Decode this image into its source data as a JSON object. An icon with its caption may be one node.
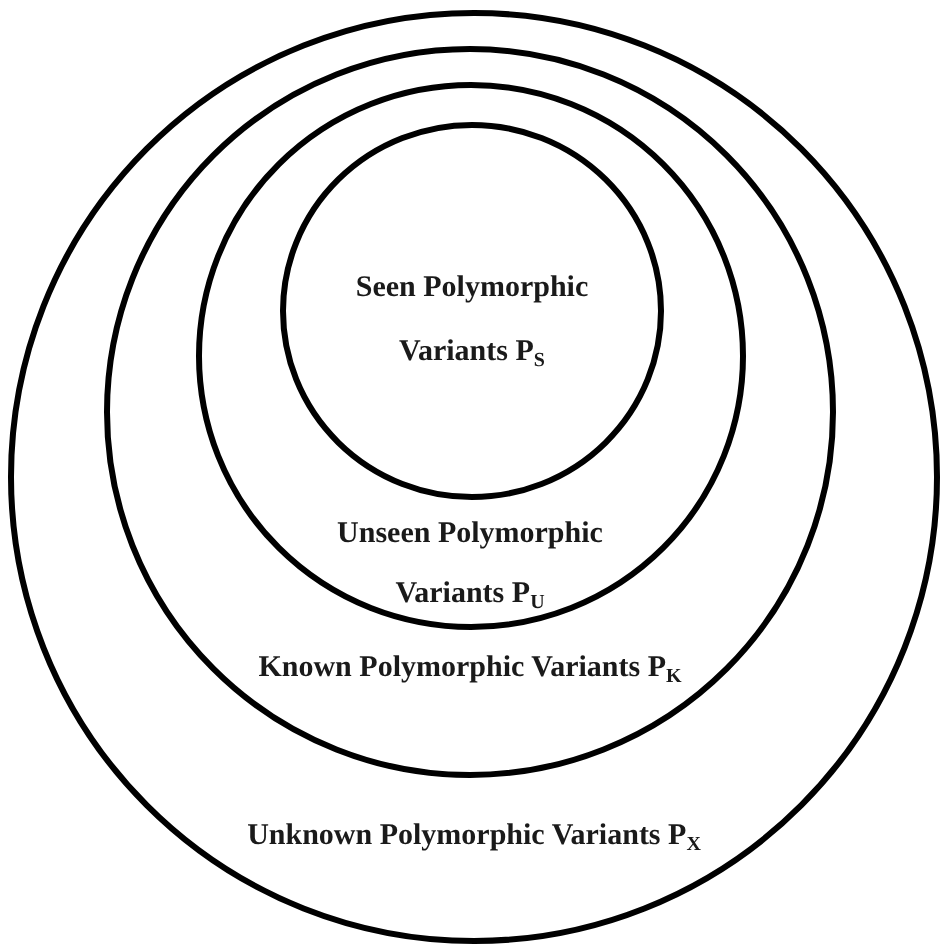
{
  "diagram": {
    "nodes": [
      {
        "text": [
          "Unknown Polymorphic Variants P$_{X}$"
        ]
      },
      {
        "text": [
          "Known Polymorphic Variants P$_{K}$"
        ],
        "in": 0
      },
      {
        "text": [
          "Unseen Polymorphic Variants P$_{U}$"
        ],
        "in": 1
      },
      {
        "text": [
          "Seen Polymorphic Variants P$_{S}$"
        ],
        "in": 2
      }
    ]
  }
}
